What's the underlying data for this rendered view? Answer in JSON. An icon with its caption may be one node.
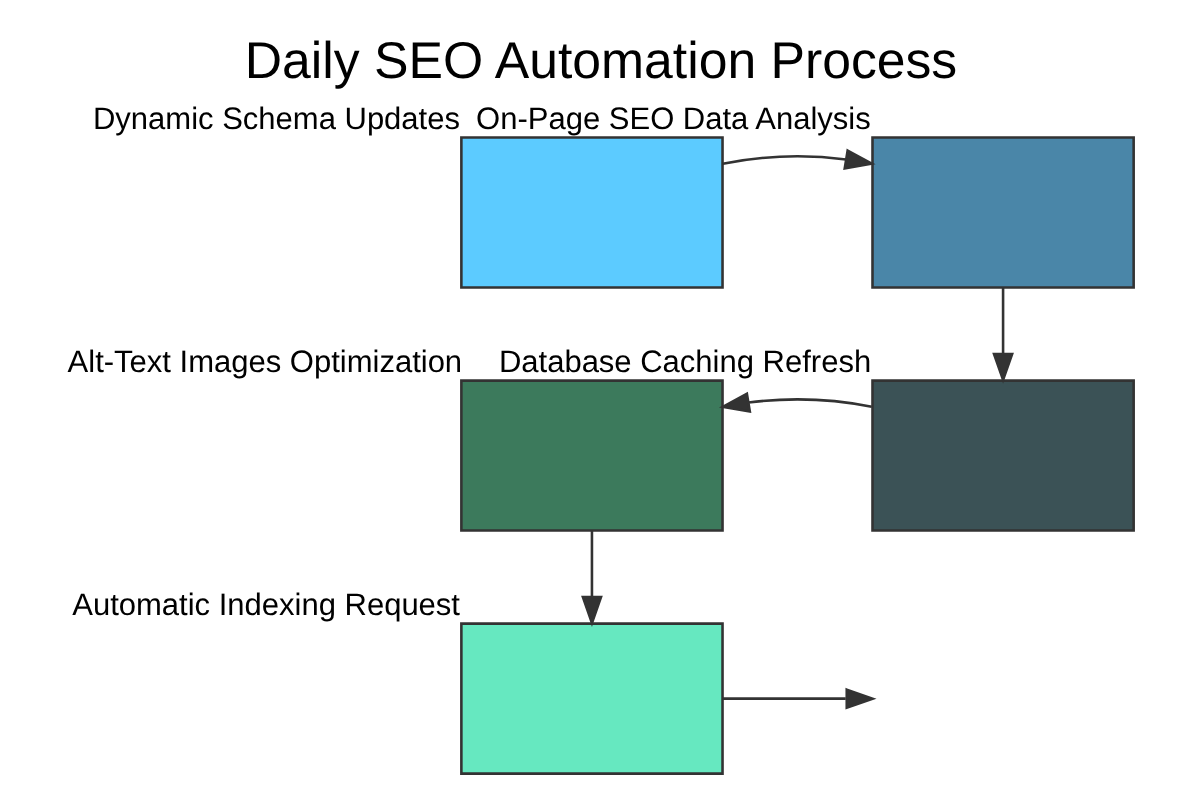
{
  "diagram": {
    "title": "Daily SEO Automation Process",
    "nodes": [
      {
        "text": [],
        "shape": "box",
        "beside": [
          "Dynamic Schema Updates"
        ]
      },
      {
        "text": [],
        "shape": "box",
        "beside": [
          "On-Page SEO Data Analysis"
        ]
      },
      {
        "text": [],
        "shape": "box",
        "beside": [
          "Database Caching Refresh"
        ]
      },
      {
        "text": [],
        "shape": "box",
        "beside": [
          "Alt-Text Images Optimization"
        ]
      },
      {
        "text": [],
        "shape": "box",
        "beside": [
          "Automatic Indexing Request"
        ]
      }
    ],
    "edges": [
      {
        "from": 0,
        "to": 1,
        "arrow": "to"
      },
      {
        "from": 1,
        "to": 2,
        "arrow": "to"
      },
      {
        "from": 2,
        "to": 3,
        "arrow": "to"
      },
      {
        "from": 3,
        "to": 4,
        "arrow": "to"
      },
      {
        "from": 4,
        "to": null,
        "arrow": "to"
      }
    ]
  }
}
